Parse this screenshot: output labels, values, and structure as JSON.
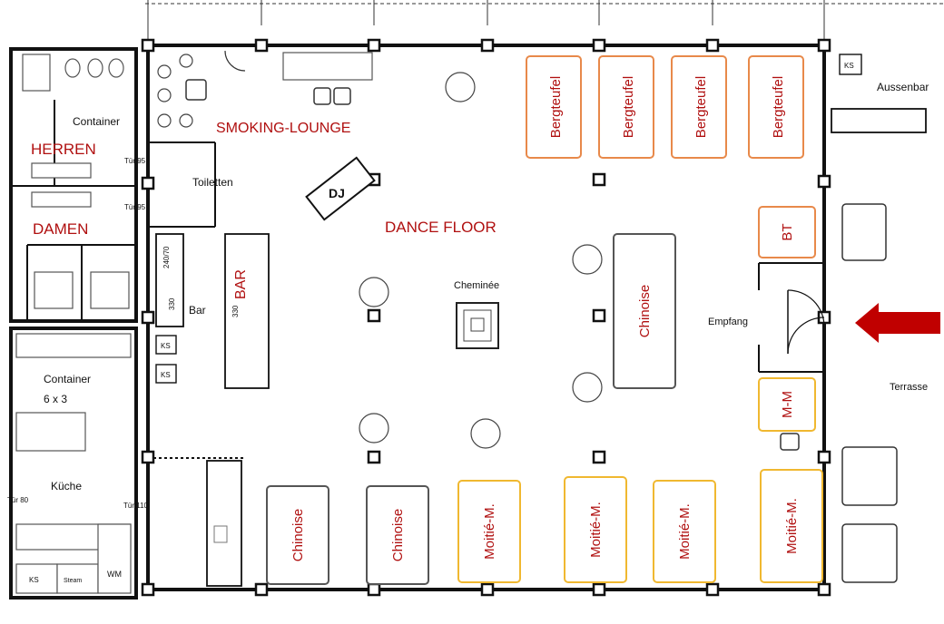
{
  "colors": {
    "wall": "#111111",
    "label_red": "#b01010",
    "bergteufel": "#e8894a",
    "moitie": "#f0b830",
    "chinoise": "#555555",
    "arrow": "#c00000"
  },
  "rooms": {
    "herren": "HERREN",
    "damen": "DAMEN",
    "container_top": "Container",
    "container_kitchen": "Container",
    "container_size": "6 x 3",
    "kueche": "Küche",
    "toiletten": "Toiletten",
    "smoking_lounge": "SMOKING-LOUNGE",
    "dance_floor": "DANCE FLOOR",
    "dj": "DJ",
    "cheminee": "Cheminée",
    "bar_small": "Bar",
    "bar_big": "BAR",
    "empfang": "Empfang",
    "terrasse": "Terrasse",
    "aussenbar": "Aussenbar"
  },
  "doors": {
    "tuer95_a": "Tür 95",
    "tuer95_b": "Tür 95",
    "tuer80": "Tür 80",
    "tuer110": "Tür 110"
  },
  "fixtures": {
    "ks": "KS",
    "steam": "Steam",
    "wm": "WM",
    "bar_dim_1": "240/70",
    "bar_dim_2": "330",
    "bar_dim_3": "330"
  },
  "furniture": {
    "bergteufel": [
      "Bergteufel",
      "Bergteufel",
      "Bergteufel",
      "Bergteufel"
    ],
    "bt": "BT",
    "chinoise_center": "Chinoise",
    "chinoise_bottom": [
      "Chinoise",
      "Chinoise"
    ],
    "moitie": [
      "Moitié-M.",
      "Moitié-M.",
      "Moitié-M.",
      "Moitié-M."
    ],
    "mm": "M-M"
  },
  "icons": {
    "entrance": "entrance-arrow-icon"
  }
}
